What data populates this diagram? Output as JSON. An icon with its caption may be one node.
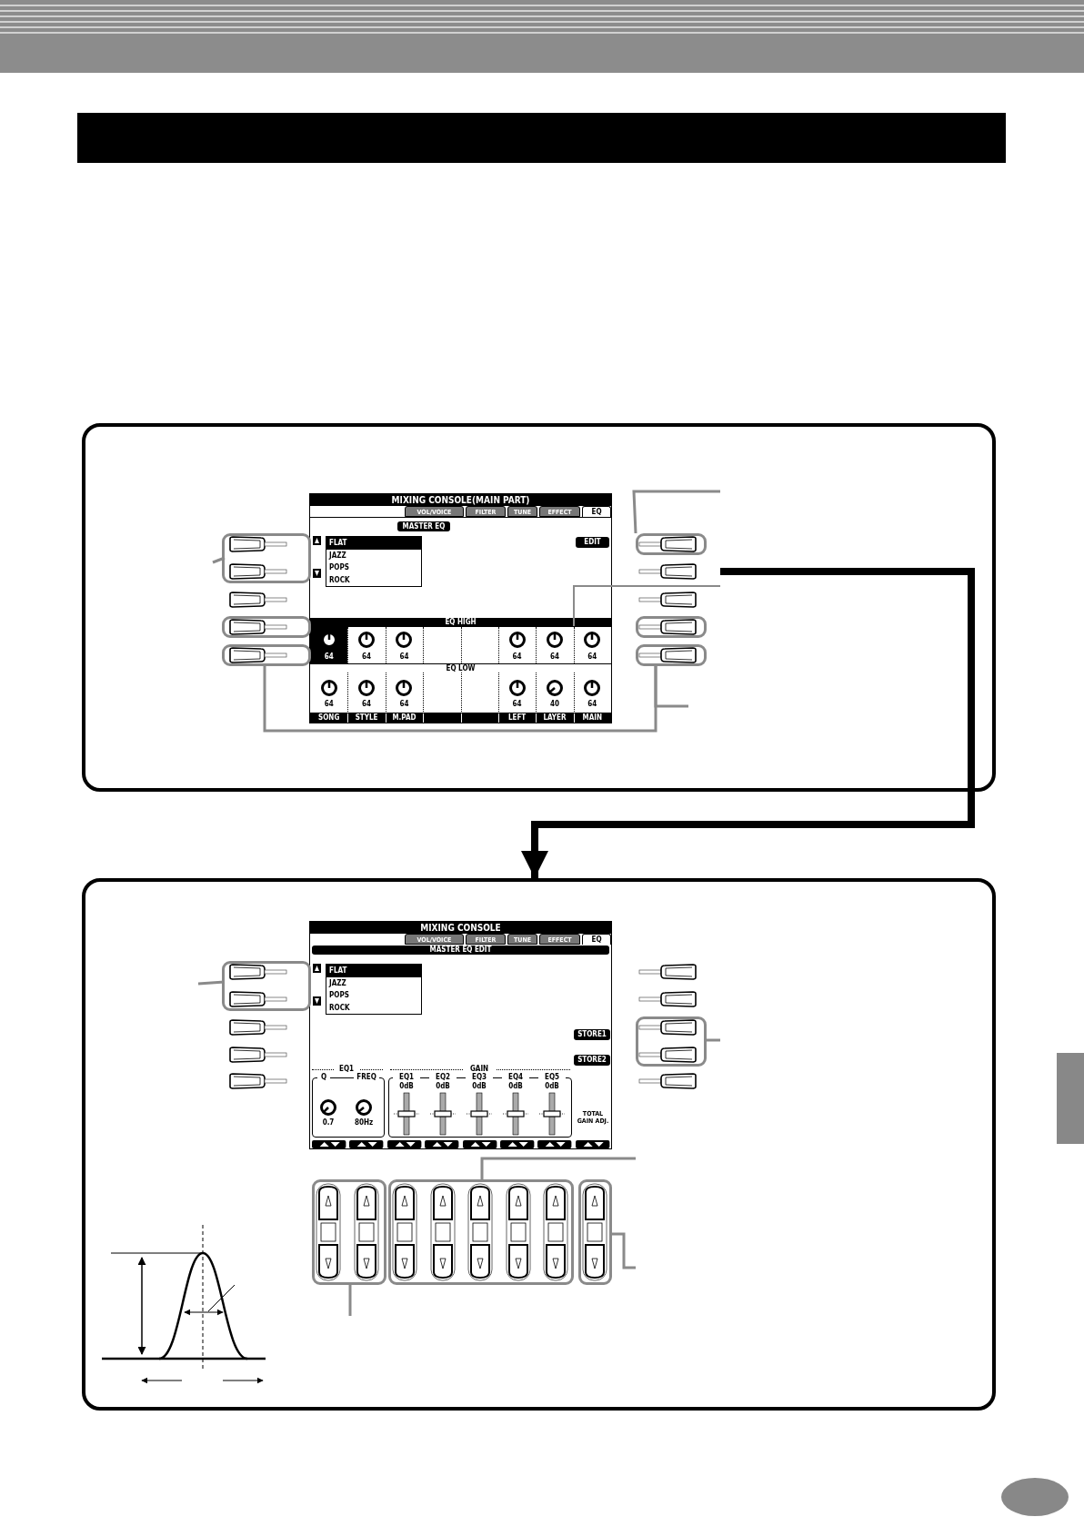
{
  "diagram": {
    "nodes": [
      {
        "text": [],
        "shape": "bar"
      },
      {
        "text": [],
        "shape": "box"
      },
      {
        "text": [],
        "shape": "box",
        "in": 1
      },
      {
        "text": [],
        "shape": "box",
        "in": 1
      },
      {
        "text": [],
        "shape": "box",
        "in": 1
      },
      {
        "text": [],
        "shape": "box",
        "in": 1
      },
      {
        "text": [],
        "shape": "box",
        "in": 1
      },
      {
        "text": [],
        "shape": "box",
        "in": 1
      },
      {
        "text": [],
        "shape": "box",
        "in": 1
      },
      {
        "text": [],
        "shape": "box"
      },
      {
        "text": [],
        "shape": "box",
        "in": 9
      },
      {
        "text": [],
        "shape": "box",
        "in": 9
      },
      {
        "text": [],
        "shape": "box",
        "in": 9
      },
      {
        "text": [],
        "shape": "box",
        "in": 9
      },
      {
        "text": [],
        "shape": "box",
        "in": 9
      },
      {
        "text": [],
        "shape": "box",
        "in": 9
      },
      {
        "text": [],
        "shape": "bar"
      }
    ],
    "edges": [
      {
        "from": null,
        "to": 9,
        "arrow": "to",
        "style": "thick",
        "color": "#000000"
      },
      {
        "from": 3,
        "to": null,
        "arrow": "none"
      },
      {
        "from": 6,
        "to": null,
        "arrow": "none"
      },
      {
        "from": 2,
        "to": null,
        "arrow": "none"
      },
      {
        "from": 5,
        "to": 8,
        "arrow": "none"
      },
      {
        "from": 8,
        "to": null,
        "arrow": "none"
      },
      {
        "from": 11,
        "to": null,
        "arrow": "none"
      },
      {
        "from": 12,
        "to": null,
        "arrow": "none"
      },
      {
        "from": 14,
        "to": null,
        "arrow": "none"
      },
      {
        "from": 15,
        "to": null,
        "arrow": "none"
      },
      {
        "from": 13,
        "to": null,
        "arrow": "none"
      }
    ],
    "labels": [
      "MIXING CONSOLE(MAIN PART)",
      "VOL/VOICE",
      "FILTER",
      "TUNE",
      "EFFECT",
      "EQ",
      "MASTER EQ",
      "FLAT",
      "JAZZ",
      "POPS",
      "ROCK",
      "EDIT",
      "EQ HIGH",
      "64",
      "64",
      "64",
      "64",
      "64",
      "64",
      "EQ LOW",
      "64",
      "64",
      "64",
      "64",
      "40",
      "64",
      "SONG",
      "STYLE",
      "M.PAD",
      "LEFT",
      "LAYER",
      "MAIN",
      "MIXING CONSOLE",
      "VOL/VOICE",
      "FILTER",
      "TUNE",
      "EFFECT",
      "EQ",
      "MASTER EQ EDIT",
      "FLAT",
      "JAZZ",
      "POPS",
      "ROCK",
      "STORE1",
      "STORE2",
      "EQ1",
      "GAIN",
      "Q",
      "FREQ",
      "EQ1",
      "EQ2",
      "EQ3",
      "EQ4",
      "EQ5",
      "0dB",
      "0dB",
      "0dB",
      "0dB",
      "0dB",
      "0.7",
      "80Hz",
      "TOTAL GAIN ADJ."
    ]
  }
}
